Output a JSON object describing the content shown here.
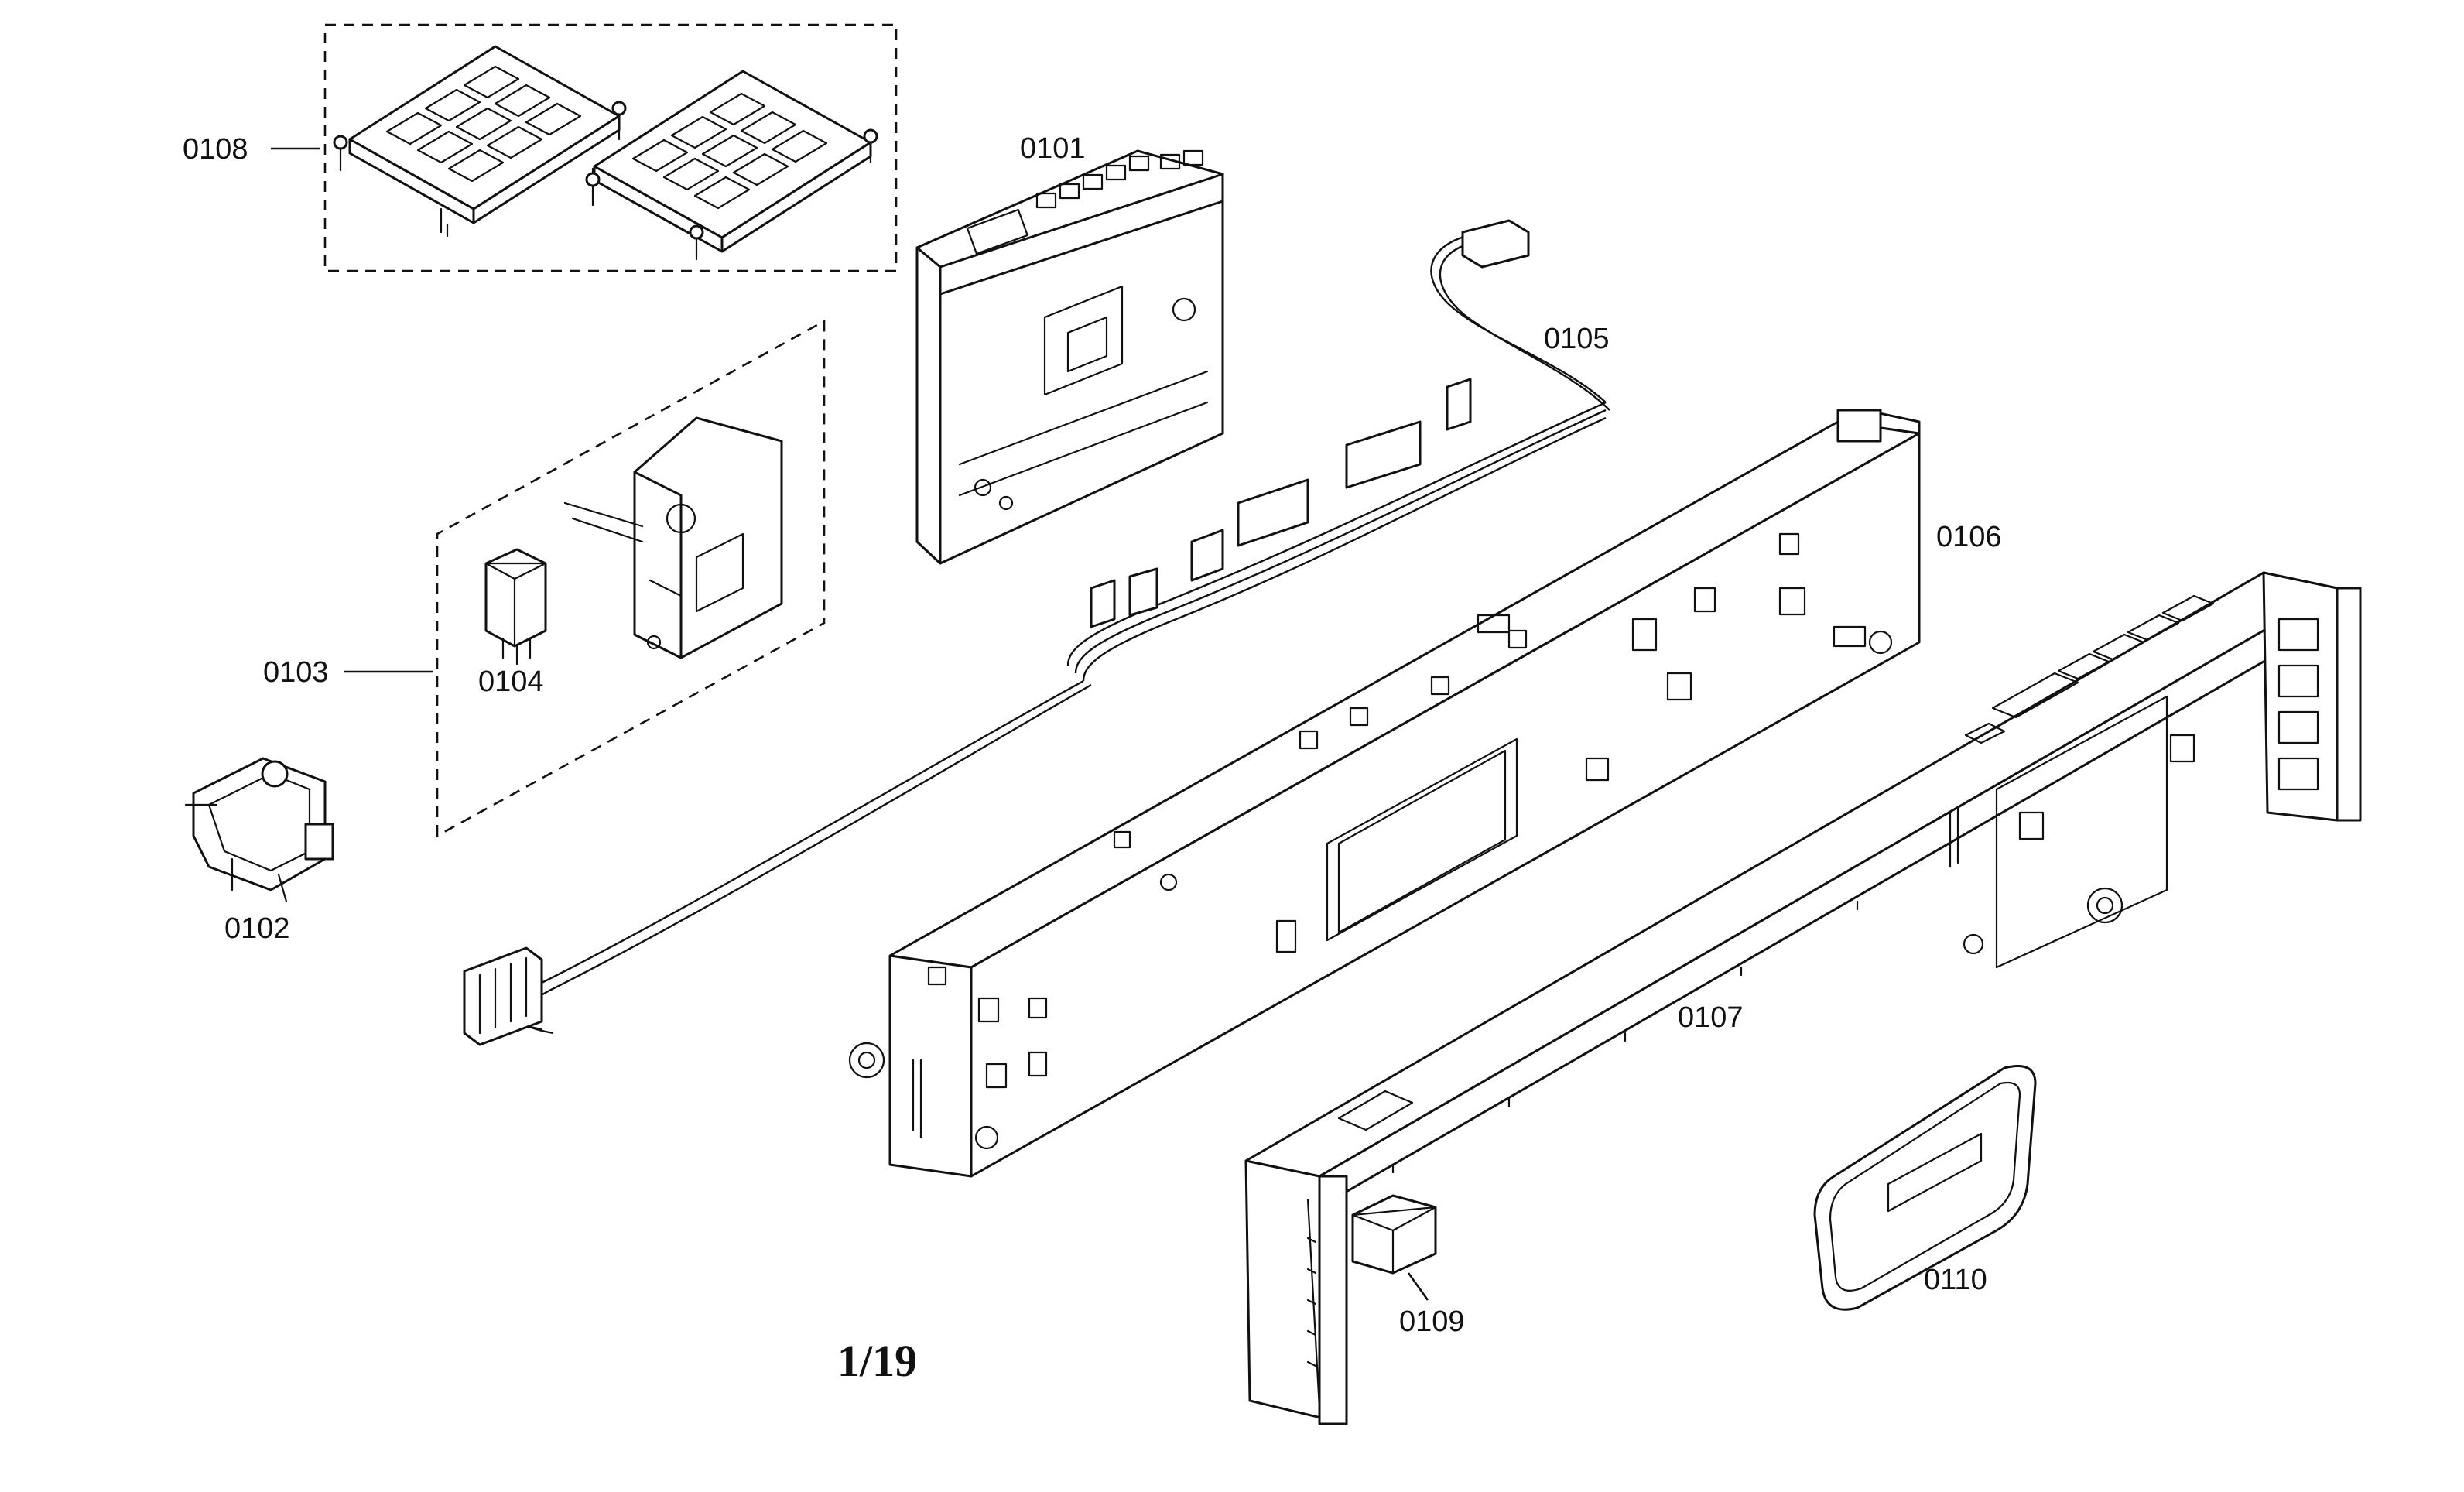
{
  "diagram": {
    "callouts": {
      "p0101": "0101",
      "p0102": "0102",
      "p0103": "0103",
      "p0104": "0104",
      "p0105": "0105",
      "p0106": "0106",
      "p0107": "0107",
      "p0108": "0108",
      "p0109": "0109",
      "p0110": "0110"
    },
    "page_number": "1/19"
  }
}
